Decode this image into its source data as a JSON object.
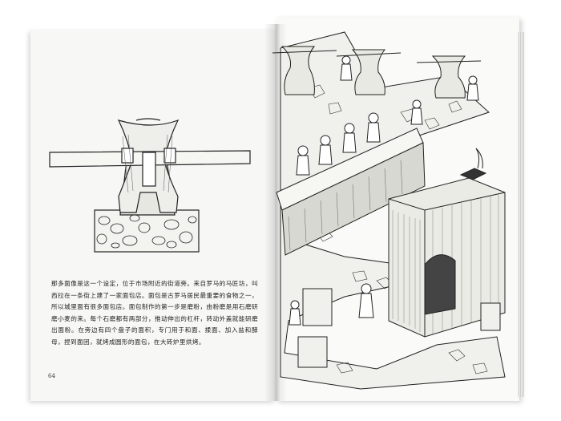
{
  "page": {
    "left_folio": "64",
    "caption": "那多面像是这一个设定，位于市场附近的街道旁。来自罗马的马匠坊，叫西拉在一条街上建了一家面包店。面包是古罗马居民最重要的食物之一，所以城里面有很多面包店。面包制作的第一步是磨粉，由粉磨是用石磨研磨小麦的来。每个石磨都有两部分，推动伸出的杠杆，转动外盖就能研磨出面粉。在旁边有四个盘子的面积，专门用于和面、揉面、加入盐和酵母，捏到面团，就烤成圆形的面包，在大砖炉里烘烤。"
  },
  "illustrations": {
    "left": "millstone-cross-section",
    "right": "roman-bakery-scene"
  },
  "colors": {
    "paper": "#f7f7f5",
    "ink": "#222222",
    "background": "#ffffff"
  }
}
